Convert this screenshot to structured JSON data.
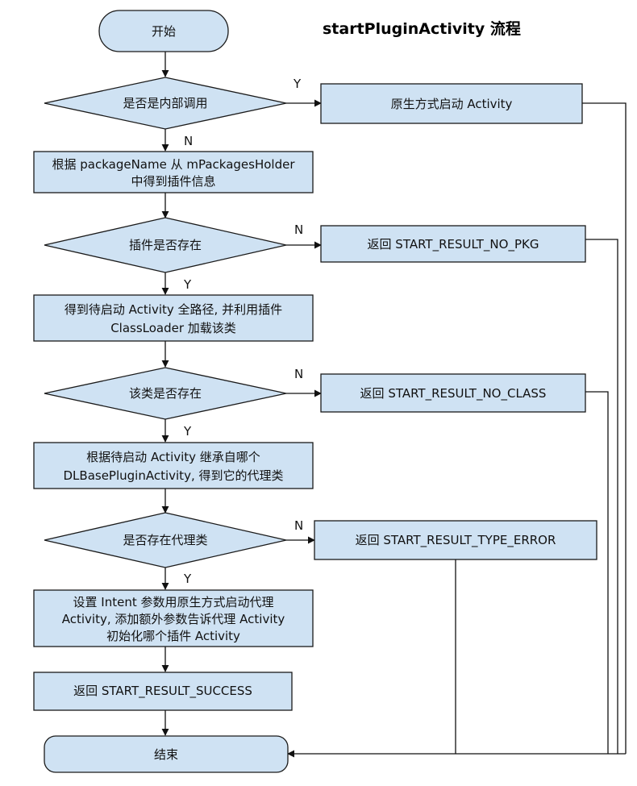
{
  "title": "startPluginActivity 流程",
  "nodes": {
    "start": {
      "lines": [
        "开始"
      ]
    },
    "d_internal": {
      "lines": [
        "是否是内部调用"
      ]
    },
    "native_start": {
      "lines": [
        "原生方式启动 Activity"
      ]
    },
    "get_info": {
      "lines": [
        "根据 packageName 从 mPackagesHolder",
        "中得到插件信息"
      ]
    },
    "d_plugin": {
      "lines": [
        "插件是否存在"
      ]
    },
    "no_pkg": {
      "lines": [
        "返回 START_RESULT_NO_PKG"
      ]
    },
    "load_class": {
      "lines": [
        "得到待启动 Activity 全路径, 并利用插件",
        "ClassLoader 加载该类"
      ]
    },
    "d_class": {
      "lines": [
        "该类是否存在"
      ]
    },
    "no_class": {
      "lines": [
        "返回 START_RESULT_NO_CLASS"
      ]
    },
    "get_proxy": {
      "lines": [
        "根据待启动 Activity 继承自哪个",
        "DLBasePluginActivity, 得到它的代理类"
      ]
    },
    "d_proxy": {
      "lines": [
        "是否存在代理类"
      ]
    },
    "type_error": {
      "lines": [
        "返回 START_RESULT_TYPE_ERROR"
      ]
    },
    "set_intent": {
      "lines": [
        "设置 Intent 参数用原生方式启动代理",
        "Activity, 添加额外参数告诉代理 Activity",
        "初始化哪个插件 Activity"
      ]
    },
    "success": {
      "lines": [
        "返回 START_RESULT_SUCCESS"
      ]
    },
    "end": {
      "lines": [
        "结束"
      ]
    }
  },
  "branch_labels": {
    "internal_yes": "Y",
    "internal_no": "N",
    "plugin_no": "N",
    "plugin_yes": "Y",
    "class_no": "N",
    "class_yes": "Y",
    "proxy_no": "N",
    "proxy_yes": "Y"
  },
  "colors": {
    "node_fill": "#cfe2f3",
    "node_stroke": "#1a1a1a",
    "edge": "#111111"
  }
}
